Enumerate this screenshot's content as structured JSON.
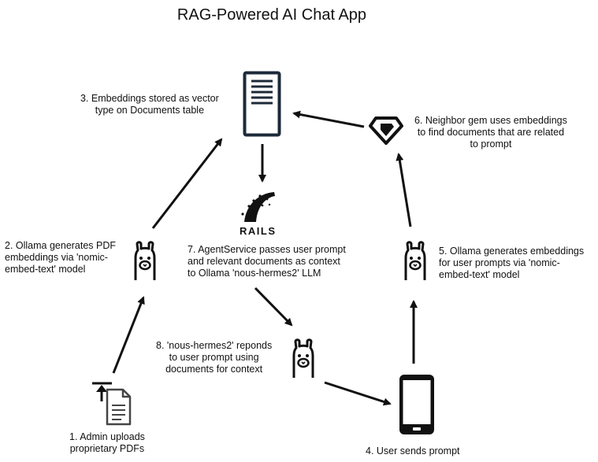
{
  "diagram": {
    "title": "RAG-Powered AI Chat App",
    "steps": [
      {
        "id": "step-1",
        "text": "1. Admin uploads\nproprietary PDFs",
        "icon": "upload-document-icon"
      },
      {
        "id": "step-2",
        "text": "2. Ollama generates PDF\nembeddings via 'nomic-\nembed-text' model",
        "icon": "llama-icon"
      },
      {
        "id": "step-3",
        "text": "3. Embeddings stored as vector\ntype on Documents table",
        "icon": "database-server-icon"
      },
      {
        "id": "step-4",
        "text": "4. User sends prompt",
        "icon": "smartphone-icon"
      },
      {
        "id": "step-5",
        "text": "5. Ollama generates embeddings\nfor user prompts via 'nomic-\nembed-text' model",
        "icon": "llama-icon"
      },
      {
        "id": "step-6",
        "text": "6. Neighbor gem uses embeddings\nto find documents that are related\nto prompt",
        "icon": "ruby-gem-icon"
      },
      {
        "id": "step-7",
        "text": "7. AgentService passes user prompt\nand relevant documents as context\nto Ollama 'nous-hermes2' LLM",
        "icon": "rails-logo-icon"
      },
      {
        "id": "step-8",
        "text": "8. 'nous-hermes2' reponds\nto user prompt using\ndocuments for context",
        "icon": "llama-icon"
      }
    ],
    "rails_logo_text": "RAILS"
  }
}
